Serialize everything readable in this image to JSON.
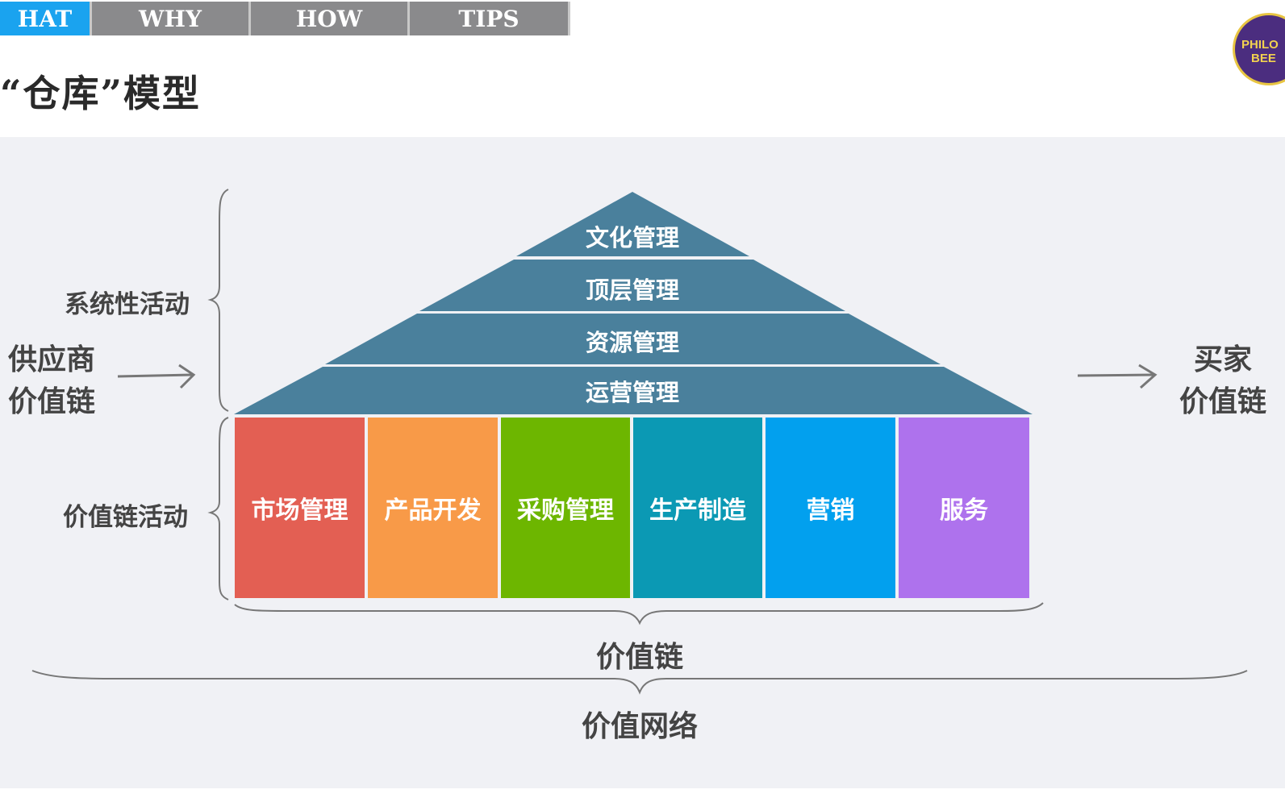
{
  "tabs": [
    {
      "label": "HAT",
      "active": true
    },
    {
      "label": "WHY",
      "active": false
    },
    {
      "label": "HOW",
      "active": false
    },
    {
      "label": "TIPS",
      "active": false
    }
  ],
  "title": "“仓库”模型",
  "logo": {
    "line1": "PHILO",
    "line2": "BEE"
  },
  "supplier": {
    "line1": "供应商",
    "line2": "价值链"
  },
  "buyer": {
    "line1": "买家",
    "line2": "价值链"
  },
  "systemic_label": "系统性活动",
  "valuechain_activity_label": "价值链活动",
  "roof_tiers": [
    {
      "label": "文化管理"
    },
    {
      "label": "顶层管理"
    },
    {
      "label": "资源管理"
    },
    {
      "label": "运营管理"
    }
  ],
  "activities": [
    {
      "label": "市场管理",
      "color": "#e35f53"
    },
    {
      "label": "产品开发",
      "color": "#f89a48"
    },
    {
      "label": "采购管理",
      "color": "#6db600"
    },
    {
      "label": "生产制造",
      "color": "#0b99b4"
    },
    {
      "label": "营销",
      "color": "#02a0ee"
    },
    {
      "label": "服务",
      "color": "#ae72ed"
    }
  ],
  "roof_color": "#4a809c",
  "value_chain_label": "价值链",
  "value_network_label": "价值网络"
}
